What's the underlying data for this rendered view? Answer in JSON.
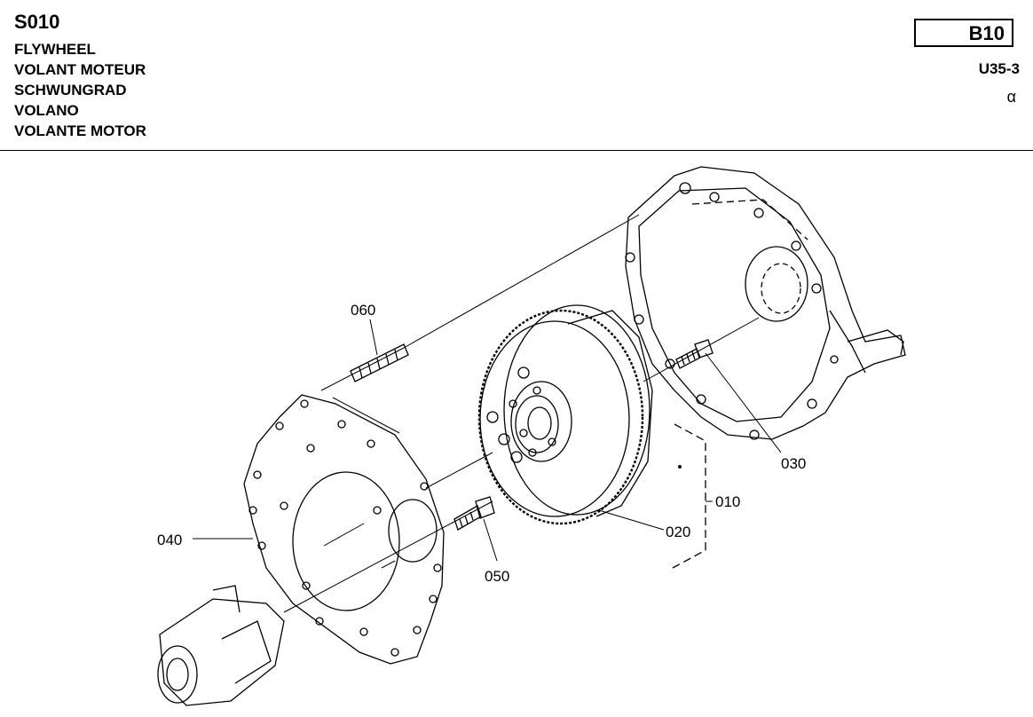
{
  "header": {
    "code": "S010",
    "titles": [
      "FLYWHEEL",
      "VOLANT MOTEUR",
      "SCHWUNGRAD",
      "VOLANO",
      "VOLANTE MOTOR"
    ],
    "group": "B10",
    "model": "U35-3",
    "variant": "α"
  },
  "callouts": {
    "c010": "010",
    "c020": "020",
    "c030": "030",
    "c040": "040",
    "c050": "050",
    "c060": "060"
  }
}
